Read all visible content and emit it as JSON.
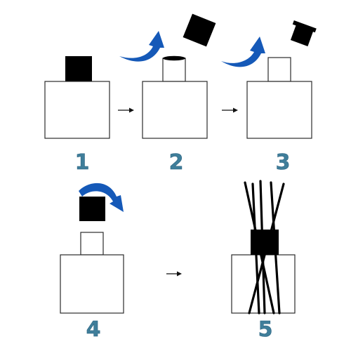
{
  "steps": [
    {
      "label": "1"
    },
    {
      "label": "2"
    },
    {
      "label": "3"
    },
    {
      "label": "4"
    },
    {
      "label": "5"
    }
  ],
  "colors": {
    "step_number": "#3f7e9a",
    "curved_arrow": "#1559b8",
    "cap": "#000000",
    "outline": "#2b2b2b"
  }
}
